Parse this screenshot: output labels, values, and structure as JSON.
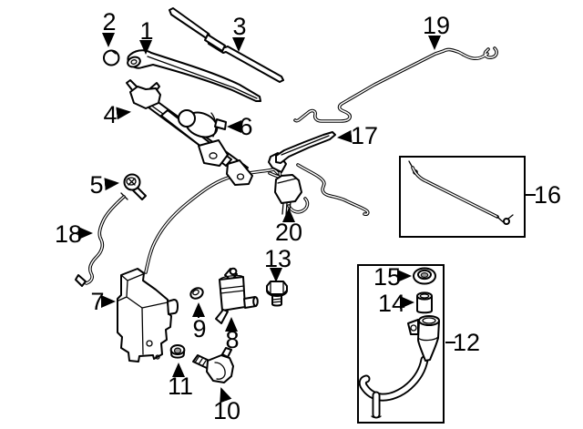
{
  "diagram": {
    "background": "#ffffff",
    "ink": "#000000",
    "callouts": [
      {
        "label": "1"
      },
      {
        "label": "2"
      },
      {
        "label": "3"
      },
      {
        "label": "4"
      },
      {
        "label": "5"
      },
      {
        "label": "6"
      },
      {
        "label": "7"
      },
      {
        "label": "8"
      },
      {
        "label": "9"
      },
      {
        "label": "10"
      },
      {
        "label": "11"
      },
      {
        "label": "12"
      },
      {
        "label": "13"
      },
      {
        "label": "14"
      },
      {
        "label": "15"
      },
      {
        "label": "16"
      },
      {
        "label": "17"
      },
      {
        "label": "18"
      },
      {
        "label": "19"
      },
      {
        "label": "20"
      }
    ]
  }
}
